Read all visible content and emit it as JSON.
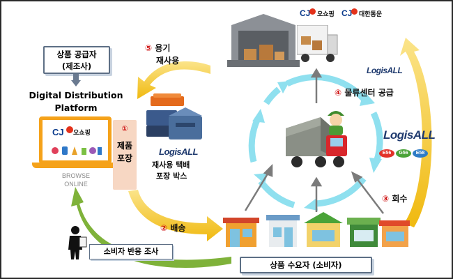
{
  "supplier": {
    "line1": "상품 공급자",
    "line2": "(제조사)"
  },
  "platform": {
    "line1": "Digital Distribution",
    "line2": "Platform"
  },
  "laptop": {
    "brand_cj": "CJ",
    "brand_name": "오쇼핑",
    "caption1": "BROWSE",
    "caption2": "ONLINE"
  },
  "steps": {
    "packaging": {
      "num": "①",
      "line1": "제품",
      "line2": "포장"
    },
    "delivery": {
      "num": "②",
      "label": "배송"
    },
    "collection": {
      "num": "③",
      "label": "회수"
    },
    "center": {
      "num": "④",
      "label": "물류센터 공급"
    },
    "reuse": {
      "num": "⑤",
      "line1": "용기",
      "line2": "재사용"
    }
  },
  "box_caption": {
    "brand": "LogisALL",
    "line1": "재사용 택배",
    "line2": "포장 박스"
  },
  "warehouse_logos": {
    "cj1": "CJ",
    "cj1_name": "오쇼핑",
    "cj2": "CJ",
    "cj2_name": "대한통운",
    "logisall": "LogisALL"
  },
  "center_logo": {
    "brand": "LogisALL",
    "chips": [
      "E56",
      "G56",
      "E58"
    ]
  },
  "survey": "소비자 반응 조사",
  "consumer": "상품 수요자 (소비자)",
  "colors": {
    "yellow_arrow": "#f2c21d",
    "green_arrow": "#7fb23a",
    "cyan_cycle": "#8fe0ef",
    "laptop_orange": "#f5a21a",
    "truck_red": "#d8262b",
    "step_number_red": "#d01818"
  }
}
